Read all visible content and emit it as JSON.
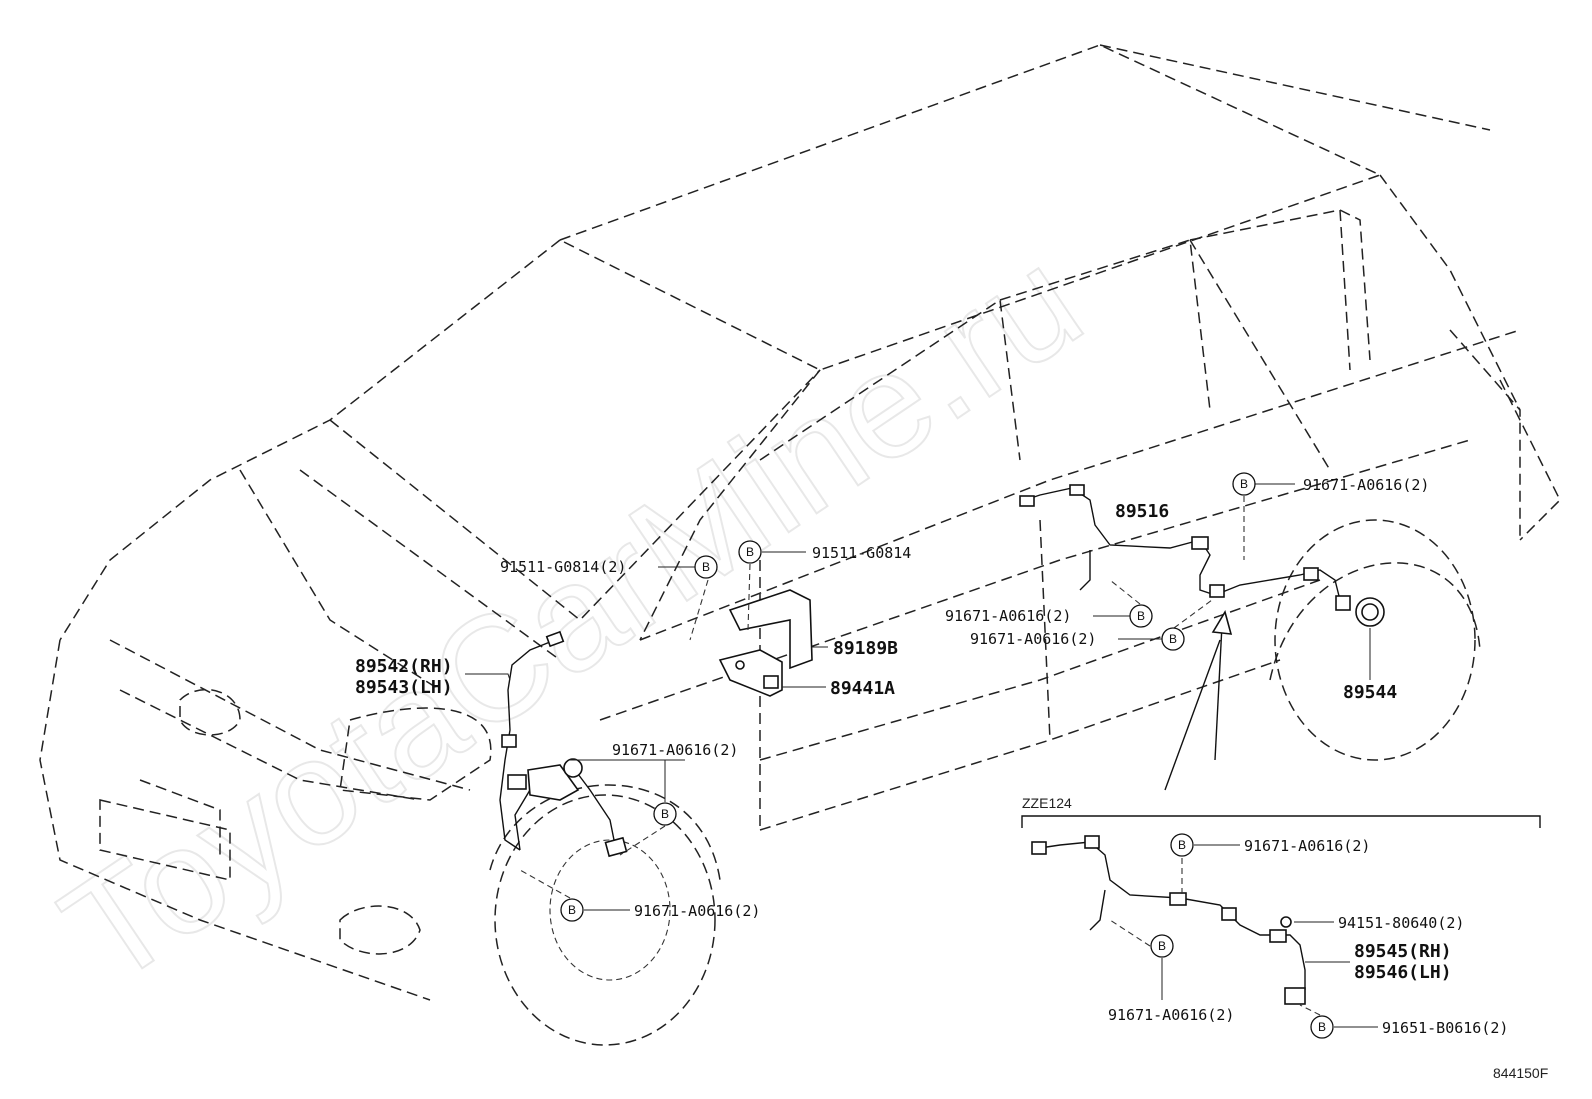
{
  "watermark": "ToyotaCarMine.ru",
  "variant_label": "ZZE124",
  "drawing_code": "844150F",
  "bolt_symbol": "B",
  "parts": [
    {
      "id": "91511-G0814-2",
      "text": "91511-G0814(2)"
    },
    {
      "id": "91511-G0814",
      "text": "91511-G0814"
    },
    {
      "id": "89516",
      "text": "89516"
    },
    {
      "id": "91671-A0616-top",
      "text": "91671-A0616(2)"
    },
    {
      "id": "91671-A0616-mid1",
      "text": "91671-A0616(2)"
    },
    {
      "id": "91671-A0616-mid2",
      "text": "91671-A0616(2)"
    },
    {
      "id": "89189B",
      "text": "89189B"
    },
    {
      "id": "89441A",
      "text": "89441A"
    },
    {
      "id": "89542",
      "text": "89542(RH)"
    },
    {
      "id": "89543",
      "text": "89543(LH)"
    },
    {
      "id": "89544",
      "text": "89544"
    },
    {
      "id": "91671-A0616-front1",
      "text": "91671-A0616(2)"
    },
    {
      "id": "91671-A0616-front2",
      "text": "91671-A0616(2)"
    },
    {
      "id": "91671-A0616-zze1",
      "text": "91671-A0616(2)"
    },
    {
      "id": "94151-80640",
      "text": "94151-80640(2)"
    },
    {
      "id": "89545",
      "text": "89545(RH)"
    },
    {
      "id": "89546",
      "text": "89546(LH)"
    },
    {
      "id": "91671-A0616-zze2",
      "text": "91671-A0616(2)"
    },
    {
      "id": "91651-B0616",
      "text": "91651-B0616(2)"
    }
  ]
}
